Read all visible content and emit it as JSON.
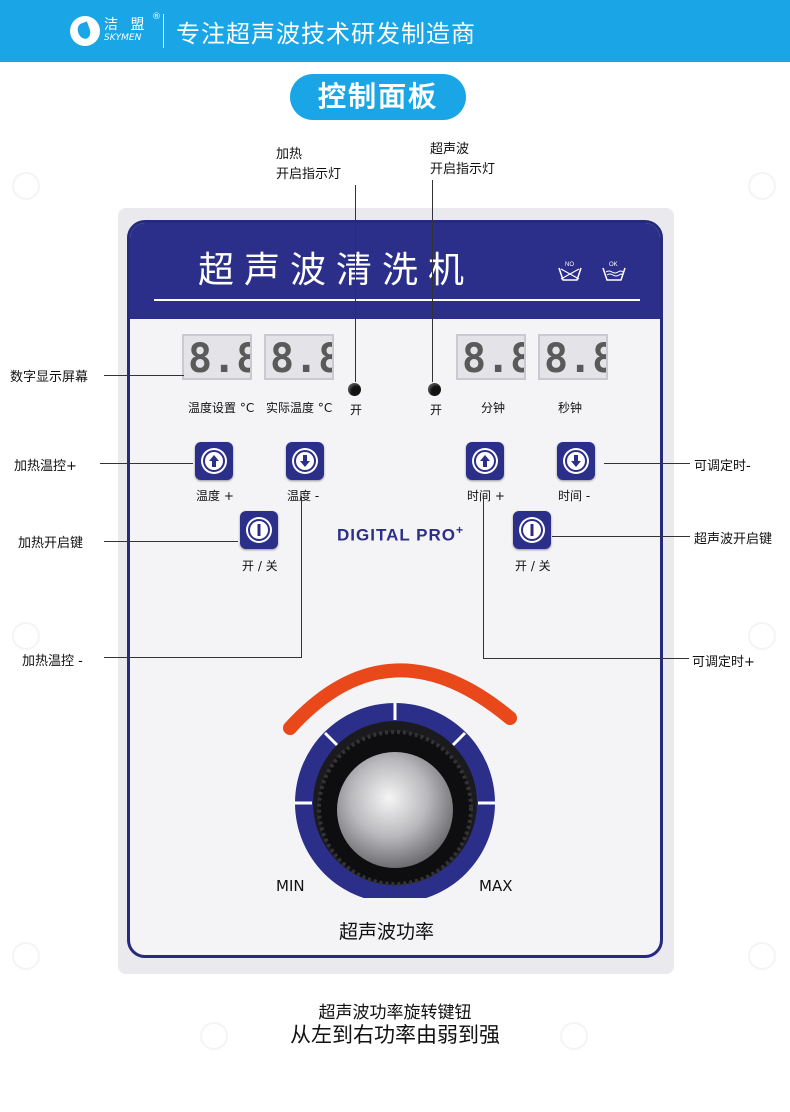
{
  "header": {
    "logo_cn": "洁 盟",
    "logo_en": "SKYMEN",
    "logo_reg": "®",
    "slogan": "专注超声波技术研发制造商"
  },
  "section_title": "控制面板",
  "panel": {
    "title": "超声波清洗机",
    "wash_icon_no": "NO",
    "wash_icon_ok": "OK",
    "displays": [
      "8.8.",
      "8.8.",
      "8.8.",
      "8.8."
    ],
    "label_temp_set": "温度设置 °C",
    "label_temp_actual": "实际温度 °C",
    "label_heat_on": "开",
    "label_ultra_on": "开",
    "label_minutes": "分钟",
    "label_seconds": "秒钟",
    "btn_temp_up": "温度 +",
    "btn_temp_down": "温度 -",
    "btn_time_up": "时间 +",
    "btn_time_down": "时间 -",
    "btn_heat_power": "开 / 关",
    "btn_ultra_power": "开 / 关",
    "brand": "DIGITAL PRO",
    "brand_sup": "+",
    "knob_min": "MIN",
    "knob_max": "MAX",
    "knob_label": "超声波功率"
  },
  "callouts": {
    "heat_indicator_line1": "加热",
    "heat_indicator_line2": "开启指示灯",
    "ultra_indicator_line1": "超声波",
    "ultra_indicator_line2": "开启指示灯",
    "display_screen": "数字显示屏幕",
    "heat_temp_up": "加热温控+",
    "heat_power_key": "加热开启键",
    "heat_temp_down": "加热温控 -",
    "time_down": "可调定时-",
    "ultra_power_key": "超声波开启键",
    "time_up": "可调定时+"
  },
  "footer": {
    "line1": "超声波功率旋转键钮",
    "line2": "从左到右功率由弱到强"
  },
  "colors": {
    "brand_blue": "#1aa6e6",
    "panel_navy": "#2b2f8a",
    "knob_arc": "#e8481a"
  }
}
